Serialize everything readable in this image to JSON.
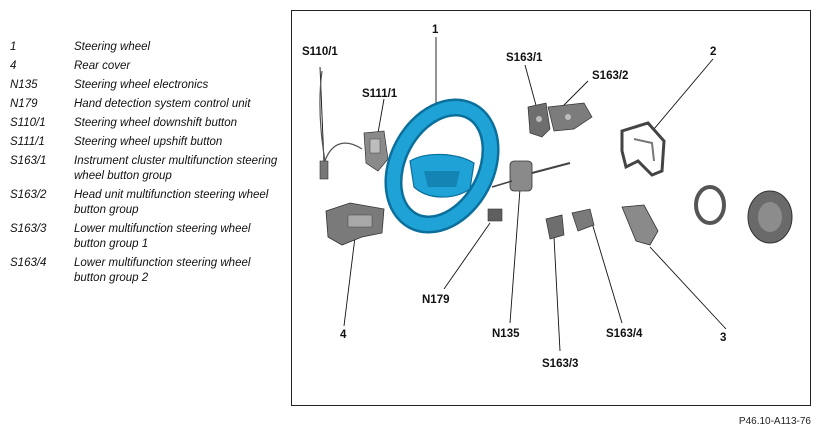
{
  "legend": [
    {
      "key": "1",
      "desc": "Steering wheel"
    },
    {
      "key": "4",
      "desc": "Rear cover"
    },
    {
      "key": "N135",
      "desc": "Steering wheel electronics"
    },
    {
      "key": "N179",
      "desc": "Hand detection system control unit"
    },
    {
      "key": "S110/1",
      "desc": "Steering wheel downshift button"
    },
    {
      "key": "S111/1",
      "desc": "Steering wheel upshift button"
    },
    {
      "key": "S163/1",
      "desc": "Instrument cluster multifunction steering wheel button group"
    },
    {
      "key": "S163/2",
      "desc": "Head unit multifunction steering wheel button group"
    },
    {
      "key": "S163/3",
      "desc": "Lower multifunction steering wheel button group 1"
    },
    {
      "key": "S163/4",
      "desc": "Lower multifunction steering wheel button group 2"
    }
  ],
  "callouts": {
    "c1": "1",
    "c2": "2",
    "c3": "3",
    "c4": "4",
    "s110": "S110/1",
    "s111": "S111/1",
    "s1631": "S163/1",
    "s1632": "S163/2",
    "s1633": "S163/3",
    "s1634": "S163/4",
    "n179": "N179",
    "n135": "N135"
  },
  "reference": "P46.10-A113-76",
  "colors": {
    "wheel": "#1fa3d6",
    "wheel_dark": "#0b6f9c",
    "parts": "#6e6e6e",
    "parts_dark": "#3d3d3d"
  }
}
